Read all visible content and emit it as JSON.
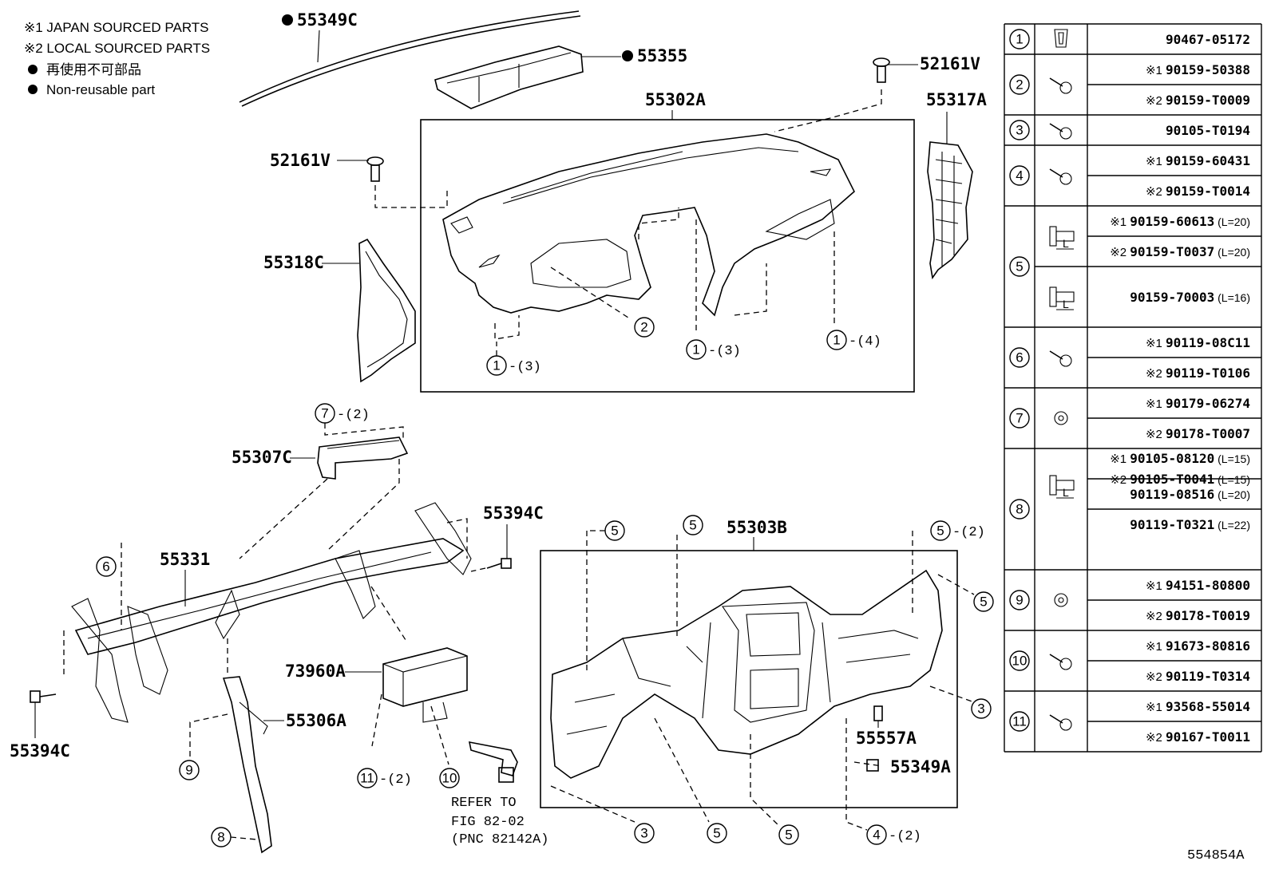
{
  "notes": {
    "japan": "※1 JAPAN SOURCED PARTS",
    "local": "※2 LOCAL SOURCED PARTS",
    "nonreusable_jp": "再使用不可部品",
    "nonreusable_en": "Non-reusable part"
  },
  "labels": {
    "p55349C": "55349C",
    "p55355": "55355",
    "p52161V_a": "52161V",
    "p52161V_b": "52161V",
    "p55302A": "55302A",
    "p55317A": "55317A",
    "p55318C": "55318C",
    "p55307C": "55307C",
    "p55394C_a": "55394C",
    "p55394C_b": "55394C",
    "p55331": "55331",
    "p55303B": "55303B",
    "p73960A": "73960A",
    "p55306A": "55306A",
    "p55557A": "55557A",
    "p55349A": "55349A",
    "refer1": "REFER TO",
    "refer2": "FIG 82-02",
    "refer3": "(PNC 82142A)",
    "figure_id": "554854A"
  },
  "callouts": {
    "c2": "2",
    "c1a": "1",
    "c1a_q": "-(3)",
    "c1b": "1",
    "c1b_q": "-(3)",
    "c1c": "1",
    "c1c_q": "-(4)",
    "c7": "7",
    "c7_q": "-(2)",
    "c6": "6",
    "c9": "9",
    "c8": "8",
    "c11": "11",
    "c11_q": "-(2)",
    "c10": "10",
    "c5a": "5",
    "c5b": "5",
    "c5c": "5",
    "c5c_q": "-(2)",
    "c5d": "5",
    "c3a": "3",
    "c3b": "3",
    "c5e": "5",
    "c5f": "5",
    "c4": "4",
    "c4_q": "-(2)"
  },
  "fastener_table": [
    {
      "key": "1",
      "icon": "clip-icon",
      "rows": [
        {
          "prefix": "",
          "code": "90467-05172",
          "len": ""
        }
      ]
    },
    {
      "key": "2",
      "icon": "screw-icon",
      "rows": [
        {
          "prefix": "※1",
          "code": "90159-50388",
          "len": ""
        },
        {
          "prefix": "※2",
          "code": "90159-T0009",
          "len": ""
        }
      ]
    },
    {
      "key": "3",
      "icon": "screw-icon",
      "rows": [
        {
          "prefix": "",
          "code": "90105-T0194",
          "len": ""
        }
      ]
    },
    {
      "key": "4",
      "icon": "screw-icon",
      "rows": [
        {
          "prefix": "※1",
          "code": "90159-60431",
          "len": ""
        },
        {
          "prefix": "※2",
          "code": "90159-T0014",
          "len": ""
        }
      ]
    },
    {
      "key": "5",
      "icon": "bolt-icon",
      "rows": [
        {
          "prefix": "※1",
          "code": "90159-60613",
          "len": "(L=20)"
        },
        {
          "prefix": "※2",
          "code": "90159-T0037",
          "len": "(L=20)"
        },
        {
          "prefix": "",
          "code": "90159-70003",
          "len": "(L=16)"
        }
      ]
    },
    {
      "key": "6",
      "icon": "screw-icon",
      "rows": [
        {
          "prefix": "※1",
          "code": "90119-08C11",
          "len": ""
        },
        {
          "prefix": "※2",
          "code": "90119-T0106",
          "len": ""
        }
      ]
    },
    {
      "key": "7",
      "icon": "nut-icon",
      "rows": [
        {
          "prefix": "※1",
          "code": "90179-06274",
          "len": ""
        },
        {
          "prefix": "※2",
          "code": "90178-T0007",
          "len": ""
        }
      ]
    },
    {
      "key": "8",
      "icon": "bolt-icon",
      "rows": [
        {
          "prefix": "※1",
          "code": "90105-08120",
          "len": "(L=15)"
        },
        {
          "prefix": "※2",
          "code": "90105-T0041",
          "len": "(L=15)"
        },
        {
          "prefix": "",
          "code": "90119-08516",
          "len": "(L=20)"
        },
        {
          "prefix": "",
          "code": "90119-T0321",
          "len": "(L=22)"
        }
      ]
    },
    {
      "key": "9",
      "icon": "nut-icon",
      "rows": [
        {
          "prefix": "※1",
          "code": "94151-80800",
          "len": ""
        },
        {
          "prefix": "※2",
          "code": "90178-T0019",
          "len": ""
        }
      ]
    },
    {
      "key": "10",
      "icon": "screw-icon",
      "rows": [
        {
          "prefix": "※1",
          "code": "91673-80816",
          "len": ""
        },
        {
          "prefix": "※2",
          "code": "90119-T0314",
          "len": ""
        }
      ]
    },
    {
      "key": "11",
      "icon": "screw-icon",
      "rows": [
        {
          "prefix": "※1",
          "code": "93568-55014",
          "len": ""
        },
        {
          "prefix": "※2",
          "code": "90167-T0011",
          "len": ""
        }
      ]
    }
  ]
}
